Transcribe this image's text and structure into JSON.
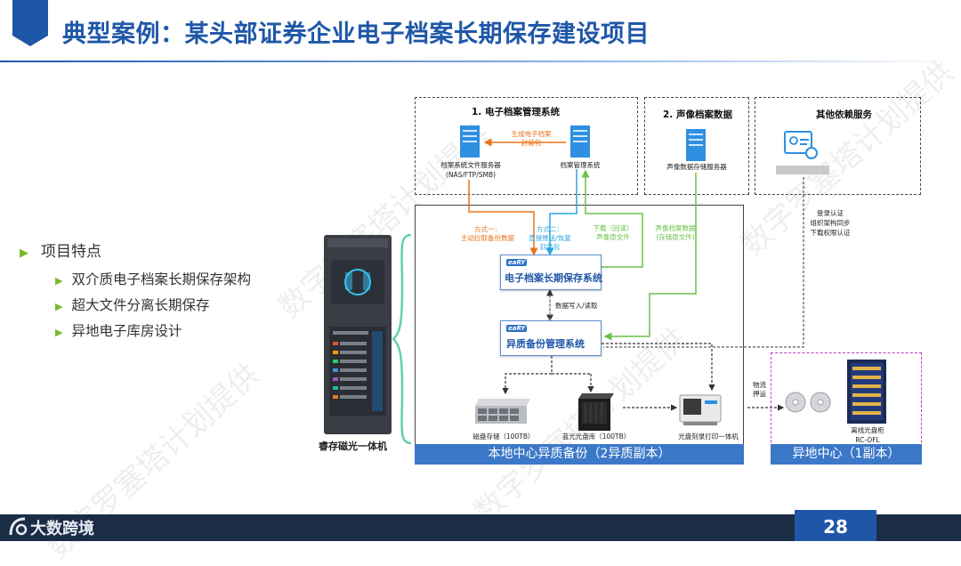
{
  "header": {
    "title": "典型案例：某头部证券企业电子档案长期保存建设项目"
  },
  "features": {
    "heading": "项目特点",
    "items": [
      "双介质电子档案长期保存架构",
      "超大文件分离长期保存",
      "异地电子库房设计"
    ]
  },
  "appliance": {
    "caption": "睿存磁光一体机"
  },
  "diagram": {
    "box1": {
      "title": "1. 电子档案管理系统",
      "server_left": "档案系统文件服务器",
      "server_left_sub": "(NAS/FTP/SMB)",
      "server_right": "档案管理系统",
      "package_label": [
        "生成电子档案",
        "封装包"
      ]
    },
    "box2": {
      "title": "2. 声像档案数据",
      "server": "声像数据存储服务器"
    },
    "box3": {
      "title": "其他依赖服务",
      "services": [
        "登录认证",
        "组织架构同步",
        "下载权限认证"
      ]
    },
    "flows": {
      "mode1": [
        "方式一：",
        "主动拉取备份数据"
      ],
      "mode2": [
        "方式二：",
        "直接推送/恢复",
        "封装包"
      ],
      "download": [
        "下载（回读）",
        "声像原文件"
      ],
      "av_data": [
        "声像档案数据",
        "(存储原文件)"
      ],
      "rw": "数据写入/读取",
      "logistics": [
        "物流",
        "押运"
      ]
    },
    "preservation_system": {
      "logo": "eaRY",
      "label": "电子档案长期保存系统"
    },
    "backup_system": {
      "logo": "eaRY",
      "label": "异质备份管理系统"
    },
    "devices": {
      "disk": "磁盘存储（100TB）",
      "optical_lib": "蓝光光盘库（100TB）",
      "burner": "光盘刻录打印一体机",
      "cabinet": [
        "离线光盘柜",
        "RC-OFL"
      ]
    },
    "local_band": "本地中心异质备份（2异质副本）",
    "remote_band": "异地中心（1副本）"
  },
  "watermark": "数字罗塞塔计划提供",
  "footer": {
    "brand": "大数跨境",
    "page_number": "28"
  },
  "colors": {
    "primary": "#1F57A8",
    "band": "#3C78C8",
    "bullet": "#77B82A",
    "orange": "#E8731A",
    "cyan": "#2BA6DE",
    "green": "#6CC04A",
    "magenta": "#C13BC6"
  }
}
